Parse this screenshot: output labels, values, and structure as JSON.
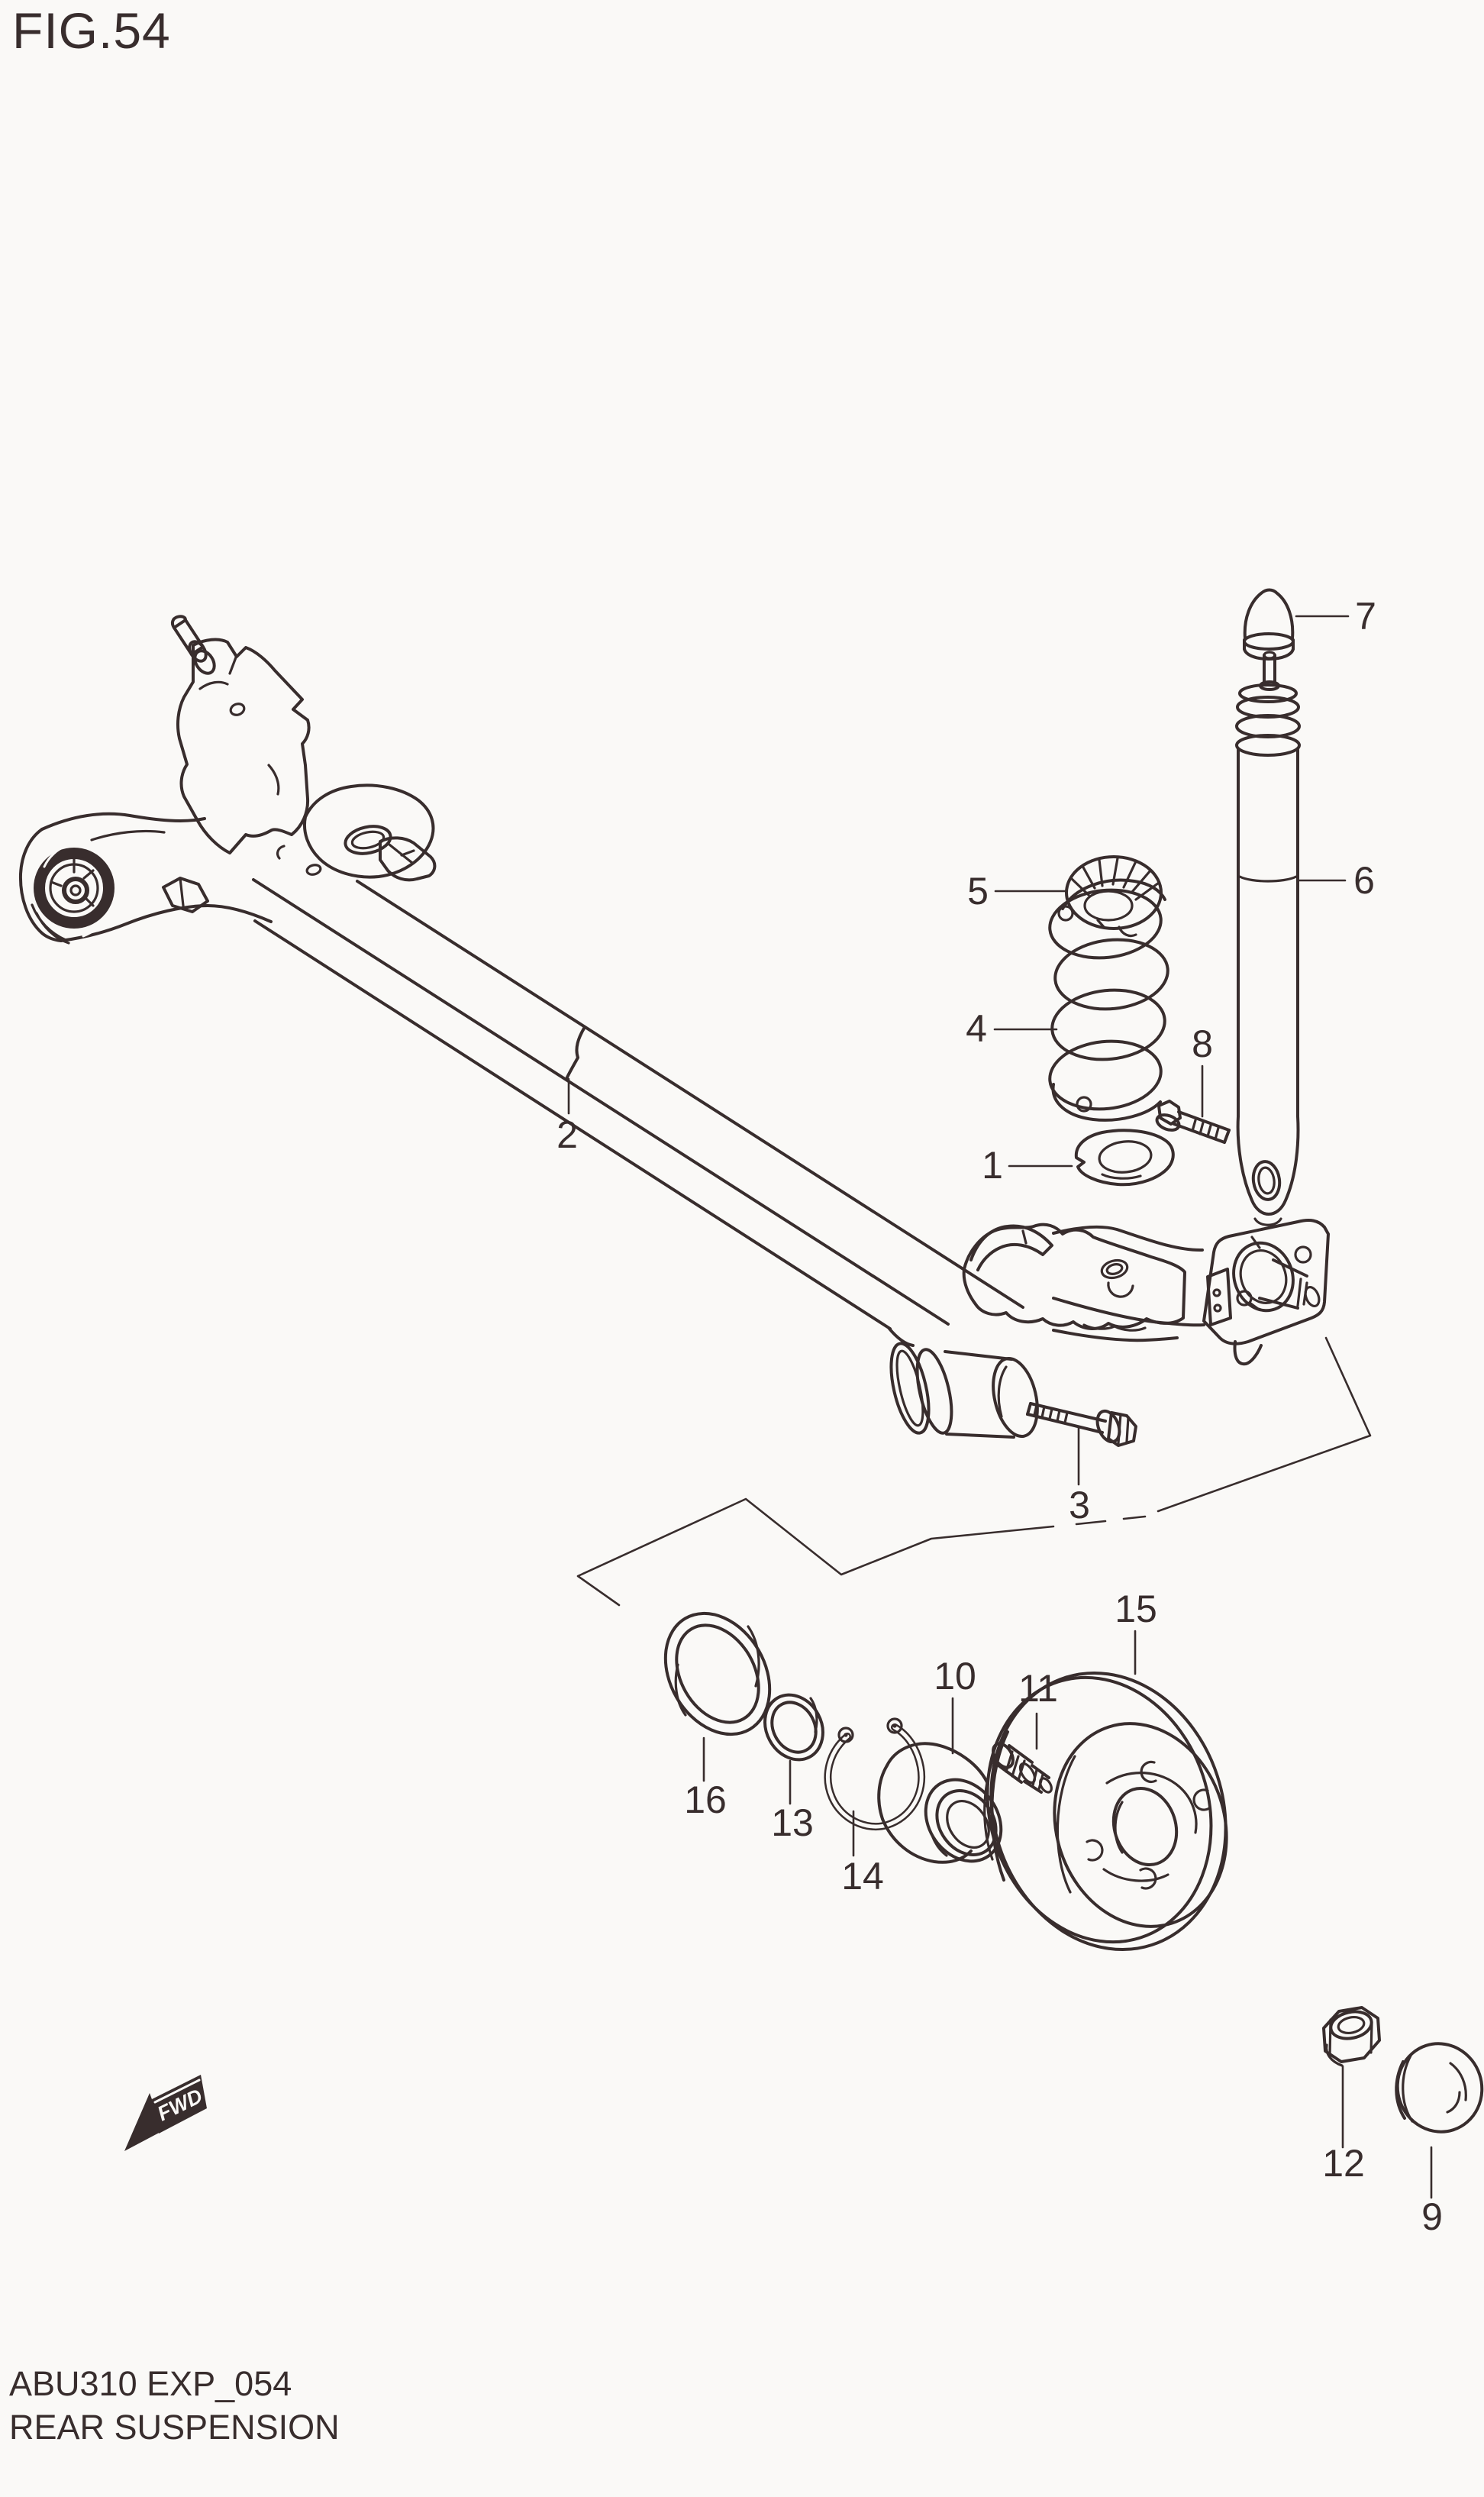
{
  "page": {
    "title": "FIG.54",
    "footer_code": "ABU310 EXP_054",
    "footer_caption": "REAR SUSPENSION"
  },
  "diagram": {
    "description": "exploded-parts-drawing-rear-suspension",
    "direction_marker": "FWD",
    "callouts": {
      "p1": "1",
      "p2": "2",
      "p3": "3",
      "p4": "4",
      "p5": "5",
      "p6": "6",
      "p7": "7",
      "p8": "8",
      "p9": "9",
      "p10": "10",
      "p11": "11",
      "p12": "12",
      "p13": "13",
      "p14": "14",
      "p15": "15",
      "p16": "16"
    }
  },
  "colors": {
    "ink": "#382d2d",
    "paper": "#faf9f7"
  }
}
